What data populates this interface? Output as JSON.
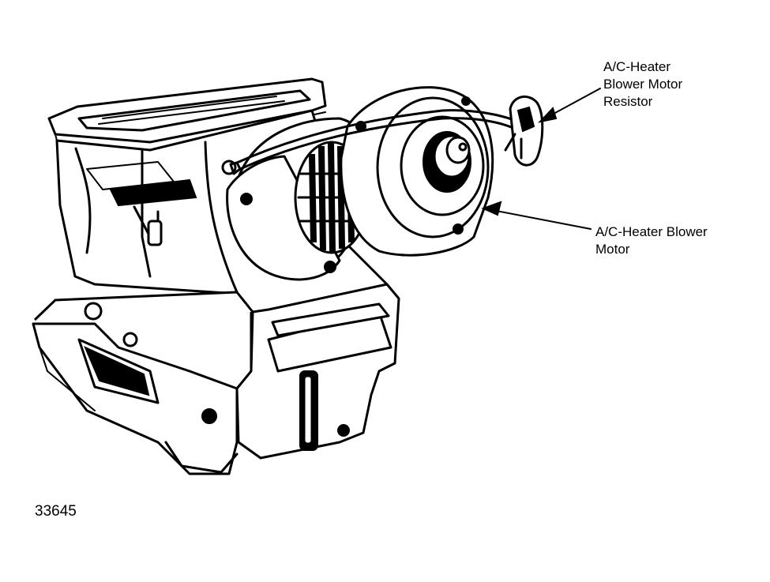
{
  "callouts": {
    "resistor": [
      "A/C-Heater",
      "Blower Motor",
      "Resistor"
    ],
    "motor": [
      "A/C-Heater Blower",
      "Motor"
    ]
  },
  "figure_number": "33645",
  "icons": {
    "assembly": "heater-blower-housing-drawing",
    "leader": "arrow-leader-line"
  }
}
